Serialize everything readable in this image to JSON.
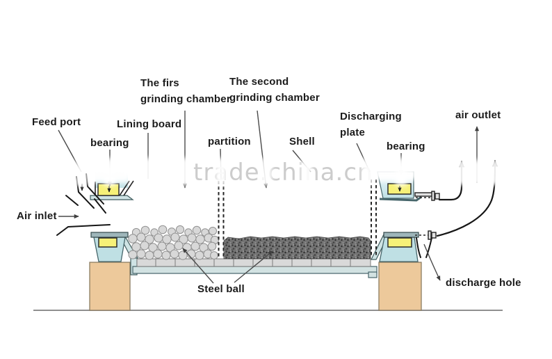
{
  "watermark": {
    "text": "trade.china.cn"
  },
  "labels": {
    "feed_port": "Feed port",
    "bearing_left": "bearing",
    "lining_board": "Lining board",
    "first_chamber_line1": "The firs",
    "first_chamber_line2": "grinding chamber",
    "second_chamber_line1": "The second",
    "second_chamber_line2": "grinding chamber",
    "partition": "partition",
    "shell": "Shell",
    "discharging_line1": "Discharging",
    "discharging_line2": "plate",
    "bearing_right": "bearing",
    "air_outlet": "air outlet",
    "air_inlet": "Air inlet",
    "steel_ball": "Steel ball",
    "discharge_hole": "discharge hole"
  },
  "colors": {
    "label-text": "#1b1b1b",
    "watermark": "#c4c4c4",
    "leader": "#4a4a4a",
    "pedestal": "#edc99b",
    "pedestal-border": "#8b7c62",
    "housing-fill": "#bfe0e4",
    "housing-border": "#46656a",
    "bearing-yellow": "#f6f178",
    "shell-fill": "#d2e2e2",
    "lining-fill": "#d9d9d9",
    "ball-fill": "#d8d8d8",
    "ball-stroke": "#8f8f8f",
    "fine-ball-base": "#737373"
  }
}
